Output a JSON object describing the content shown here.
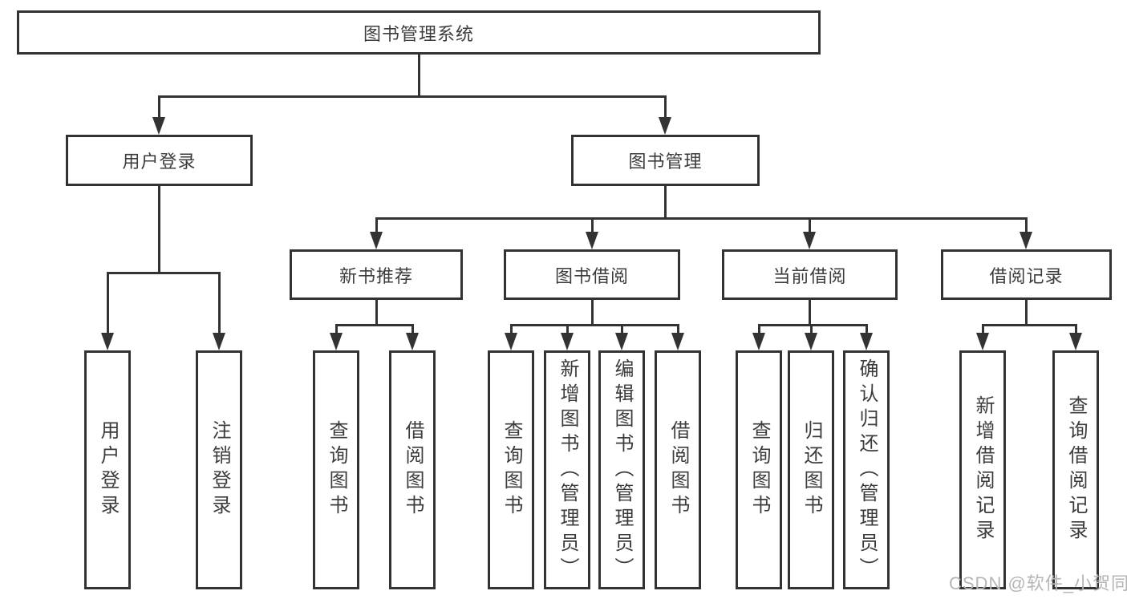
{
  "diagram": {
    "root": {
      "label": "图书管理系统"
    },
    "level2": [
      {
        "label": "用户登录"
      },
      {
        "label": "图书管理"
      }
    ],
    "level3": [
      {
        "label": "新书推荐"
      },
      {
        "label": "图书借阅"
      },
      {
        "label": "当前借阅"
      },
      {
        "label": "借阅记录"
      }
    ],
    "leaves": [
      {
        "label": "用户登录"
      },
      {
        "label": "注销登录"
      },
      {
        "label": "查询图书"
      },
      {
        "label": "借阅图书"
      },
      {
        "label": "查询图书"
      },
      {
        "label": "新增图书（管理员）"
      },
      {
        "label": "编辑图书（管理员）"
      },
      {
        "label": "借阅图书"
      },
      {
        "label": "查询图书"
      },
      {
        "label": "归还图书"
      },
      {
        "label": "确认归还（管理员）"
      },
      {
        "label": "新增借阅记录"
      },
      {
        "label": "查询借阅记录"
      }
    ]
  },
  "watermark": {
    "text": "CSDN @软件_小贺同学"
  },
  "colors": {
    "line": "#333333",
    "border": "#333333",
    "text": "#3c3c3c",
    "background": "#ffffff",
    "watermark": "#b5b5b5"
  }
}
